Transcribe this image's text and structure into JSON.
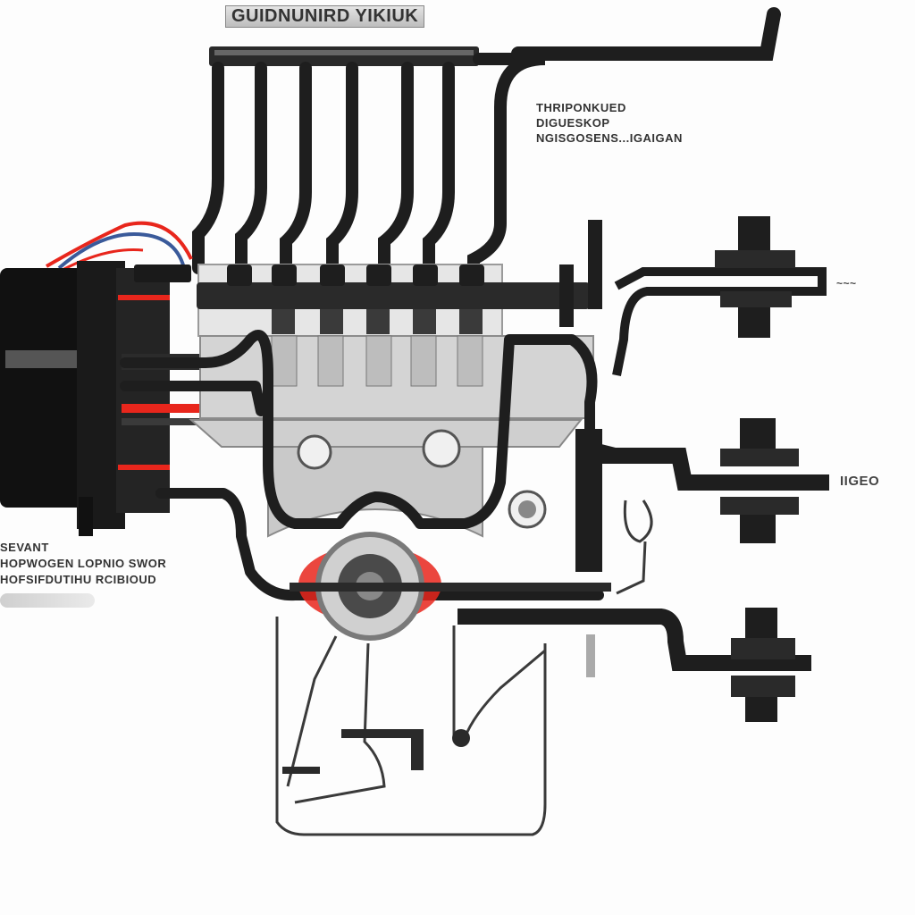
{
  "labels": {
    "title": "GUIDNUNIRD YIKIUK",
    "top_right": [
      "THRIPONKUED",
      "DIGUESKOP",
      "NGISGOSENS...IGAIGAN"
    ],
    "left": [
      "SEVANT",
      "HOPWOGEN LOPNIO SWOR",
      "HOFSIFDUTIHU RCIBIOUD"
    ],
    "right_1": "~~~",
    "right_2": "IIGEO"
  },
  "colors": {
    "pipe": "#1e1e1e",
    "wire_red": "#e8261c",
    "wire_blue": "#3a5a9a",
    "metal_light": "#d9d9d9",
    "metal_mid": "#9a9a9a",
    "background": "#fdfdfd"
  }
}
